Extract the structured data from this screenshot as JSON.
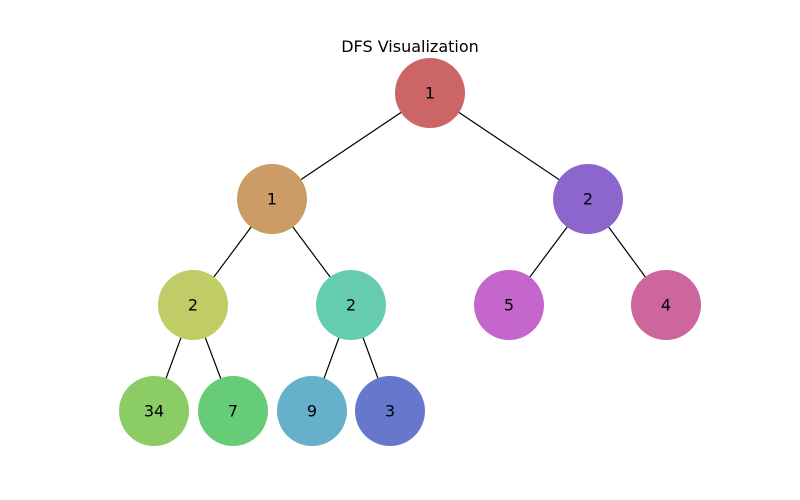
{
  "title": "DFS Visualization",
  "nodes": [
    {
      "id": "n0",
      "label": "1",
      "color": "#cc6666"
    },
    {
      "id": "n1",
      "label": "1",
      "color": "#cc9c66"
    },
    {
      "id": "n2",
      "label": "2",
      "color": "#8c66cc"
    },
    {
      "id": "n3",
      "label": "2",
      "color": "#c0cc66"
    },
    {
      "id": "n4",
      "label": "2",
      "color": "#66ccb0"
    },
    {
      "id": "n5",
      "label": "5",
      "color": "#c466cc"
    },
    {
      "id": "n6",
      "label": "4",
      "color": "#cc669c"
    },
    {
      "id": "n7",
      "label": "34",
      "color": "#8ccc66"
    },
    {
      "id": "n8",
      "label": "7",
      "color": "#66cc78"
    },
    {
      "id": "n9",
      "label": "9",
      "color": "#66b0cc"
    },
    {
      "id": "n10",
      "label": "3",
      "color": "#6678cc"
    }
  ],
  "edges": [
    [
      "n0",
      "n1"
    ],
    [
      "n0",
      "n2"
    ],
    [
      "n1",
      "n3"
    ],
    [
      "n1",
      "n4"
    ],
    [
      "n2",
      "n5"
    ],
    [
      "n2",
      "n6"
    ],
    [
      "n3",
      "n7"
    ],
    [
      "n3",
      "n8"
    ],
    [
      "n4",
      "n9"
    ],
    [
      "n4",
      "n10"
    ]
  ]
}
